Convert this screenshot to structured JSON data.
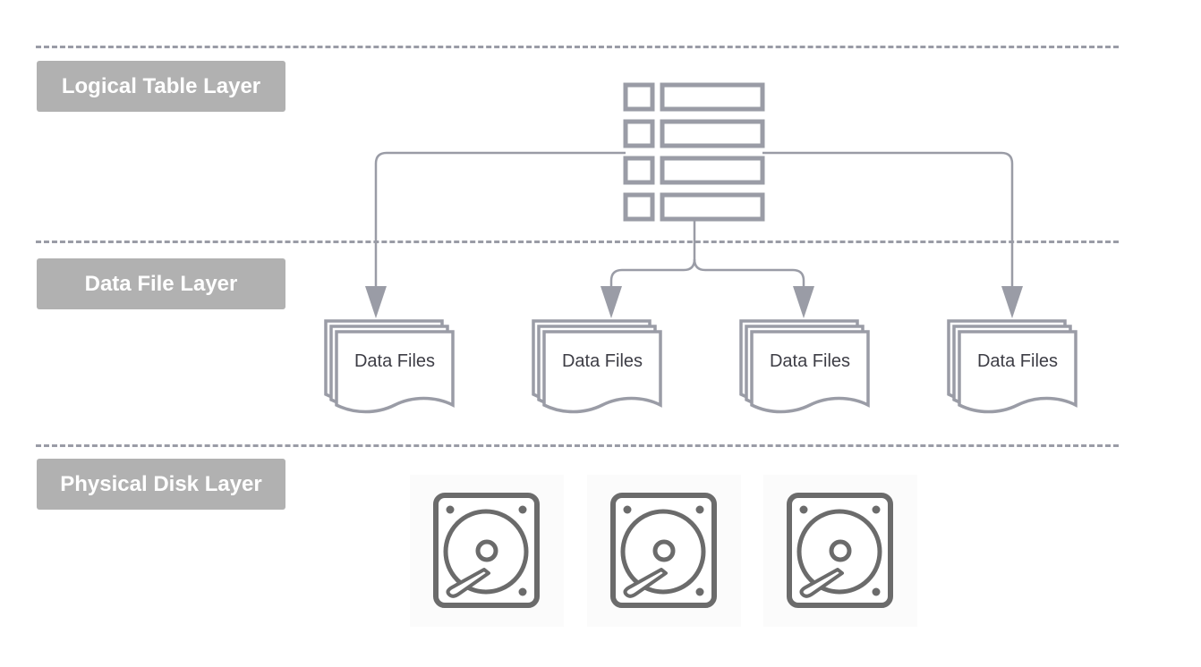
{
  "layers": {
    "logical": {
      "label": "Logical Table Layer"
    },
    "datafile": {
      "label": "Data File Layer"
    },
    "physical": {
      "label": "Physical Disk Layer"
    }
  },
  "data_files": [
    {
      "label": "Data Files"
    },
    {
      "label": "Data Files"
    },
    {
      "label": "Data Files"
    },
    {
      "label": "Data Files"
    }
  ],
  "disks": [
    {
      "icon": "hard-disk-icon"
    },
    {
      "icon": "hard-disk-icon"
    },
    {
      "icon": "hard-disk-icon"
    }
  ],
  "colors": {
    "stroke": "#9a9ca6",
    "label_bg": "#b1b1b1",
    "disk": "#6b6b6b"
  }
}
